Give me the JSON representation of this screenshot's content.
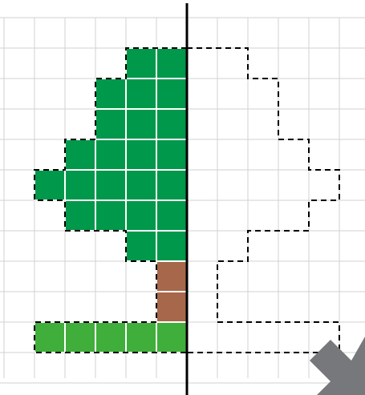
{
  "diagram": {
    "kind": "symmetry-grid-tree",
    "grid": {
      "columns": 12,
      "rows": 12,
      "line_color": "#d2d2d2"
    },
    "colors": {
      "foliage": "#00984a",
      "trunk": "#a6674a",
      "ground": "#3fae3a",
      "cell_line_on_fill": "#ffffff",
      "mirror_line": "#000000",
      "dashed_outline": "#000000",
      "arrow": "#77787b"
    },
    "mirror_line": {
      "column": 6
    },
    "filled_left_half": {
      "foliage_rows": [
        {
          "row": 1,
          "from_col": 4,
          "to_col": 6
        },
        {
          "row": 2,
          "from_col": 3,
          "to_col": 6
        },
        {
          "row": 3,
          "from_col": 3,
          "to_col": 6
        },
        {
          "row": 4,
          "from_col": 2,
          "to_col": 6
        },
        {
          "row": 5,
          "from_col": 1,
          "to_col": 6
        },
        {
          "row": 6,
          "from_col": 2,
          "to_col": 6
        },
        {
          "row": 7,
          "from_col": 4,
          "to_col": 6
        }
      ],
      "trunk_rows": [
        {
          "row": 8,
          "from_col": 5,
          "to_col": 6
        },
        {
          "row": 9,
          "from_col": 5,
          "to_col": 6
        }
      ],
      "ground_rows": [
        {
          "row": 10,
          "from_col": 1,
          "to_col": 6
        }
      ]
    },
    "arrow": {
      "direction": "down-right"
    }
  }
}
